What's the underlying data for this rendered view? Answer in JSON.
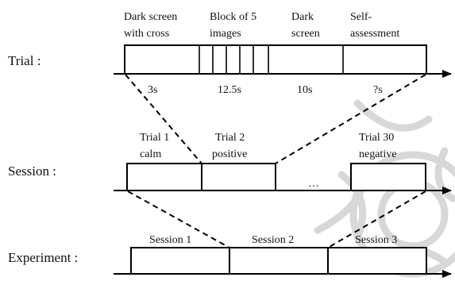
{
  "rows": {
    "trial_label": "Trial :",
    "session_label": "Session :",
    "experiment_label": "Experiment :"
  },
  "trial": {
    "segments": [
      {
        "header": [
          "Dark screen",
          "with cross"
        ],
        "duration": "3s"
      },
      {
        "header": [
          "Block of 5",
          "images"
        ],
        "duration": "12.5s"
      },
      {
        "header": [
          "Dark",
          "screen"
        ],
        "duration": "10s"
      },
      {
        "header": [
          "Self-",
          "assessment"
        ],
        "duration": "?s"
      }
    ]
  },
  "session": {
    "boxes": [
      {
        "lines": [
          "Trial 1",
          "calm"
        ]
      },
      {
        "lines": [
          "Trial 2",
          "positive"
        ]
      },
      {
        "lines": [
          "Trial 30",
          "negative"
        ]
      }
    ],
    "ellipsis": "…"
  },
  "experiment": {
    "boxes": [
      "Session 1",
      "Session 2",
      "Session 3"
    ]
  },
  "colors": {
    "line": "#000000",
    "watermark": "#d8d8d8"
  }
}
